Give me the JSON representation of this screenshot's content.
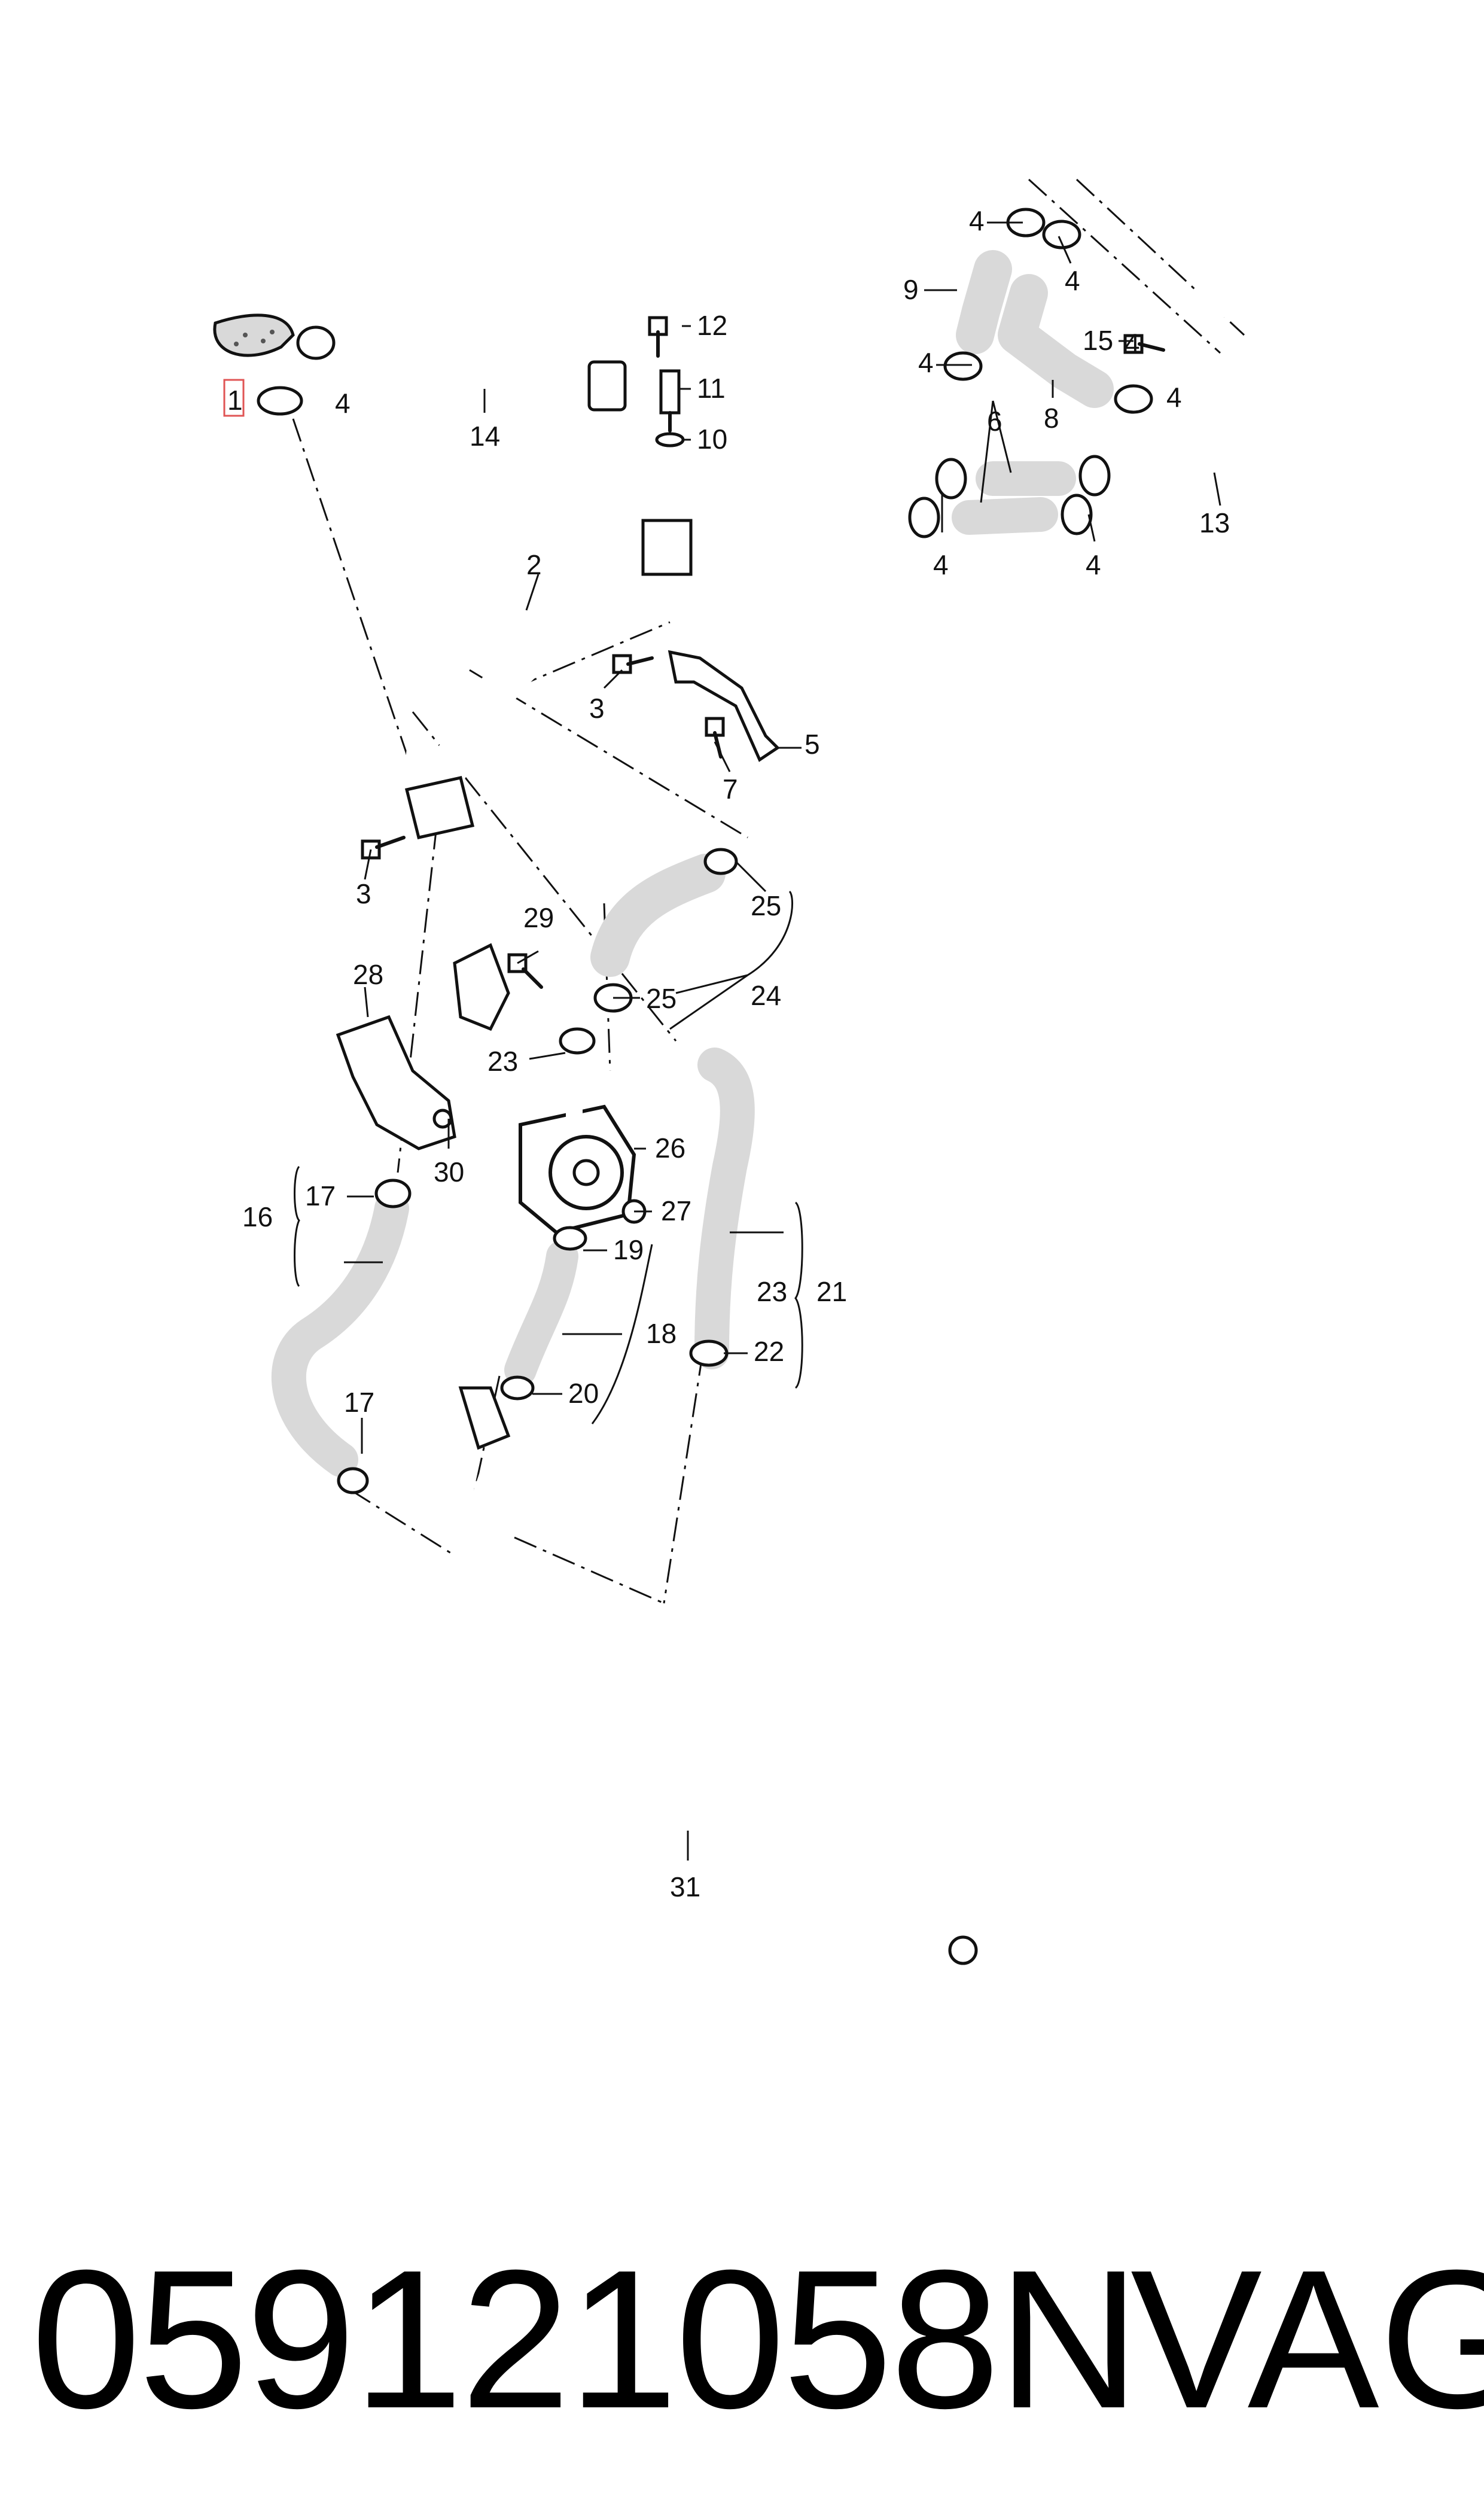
{
  "diagram": {
    "highlighted_label": "1",
    "labels": [
      "2",
      "3",
      "3",
      "4",
      "4",
      "4",
      "4",
      "4",
      "4",
      "4",
      "4",
      "5",
      "6",
      "7",
      "8",
      "9",
      "10",
      "11",
      "12",
      "13",
      "14",
      "15",
      "16",
      "17",
      "17",
      "18",
      "19",
      "20",
      "21",
      "22",
      "23",
      "23",
      "24",
      "25",
      "25",
      "26",
      "27",
      "28",
      "29",
      "30",
      "31"
    ],
    "colors": {
      "line": "#111111",
      "highlight": "#e05555",
      "hose_fill": "#d9d9d9"
    }
  },
  "footer": {
    "part_number": "059121058N",
    "brand": "VAG"
  }
}
